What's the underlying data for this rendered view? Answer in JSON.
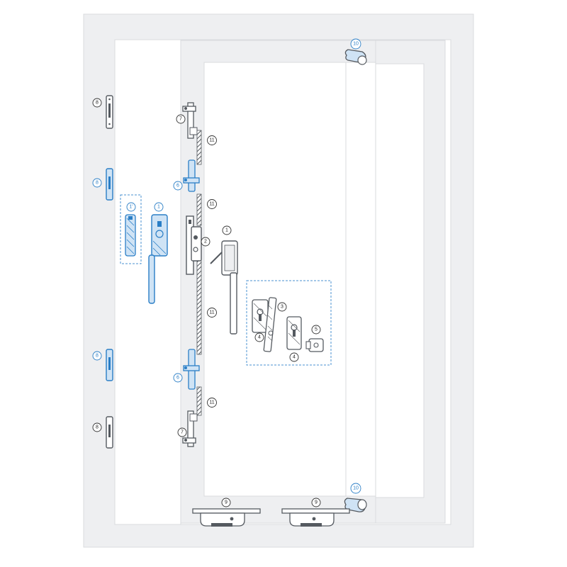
{
  "colors": {
    "frame_fill": "#eeeff1",
    "frame_stroke": "#d9dbde",
    "panel": "#ffffff",
    "part_dark": "#555a60",
    "part_blue": "#2a7ec6",
    "part_blue_light": "#cfe3f5",
    "dashed_box": "#4a90d0"
  },
  "callouts": {
    "c1a": "1",
    "c1b": "1",
    "c1prime": "1'",
    "c2": "2",
    "c3": "3",
    "c4a": "4",
    "c4b": "4",
    "c5": "5",
    "c6a": "6",
    "c6b": "6",
    "c7a": "7",
    "c7b": "7",
    "c8a": "8",
    "c8b": "8",
    "c8c": "8",
    "c8d": "8",
    "c9a": "9",
    "c9b": "9",
    "c10a": "10",
    "c10b": "10",
    "c11a": "11",
    "c11b": "11",
    "c11c": "11",
    "c11d": "11"
  }
}
